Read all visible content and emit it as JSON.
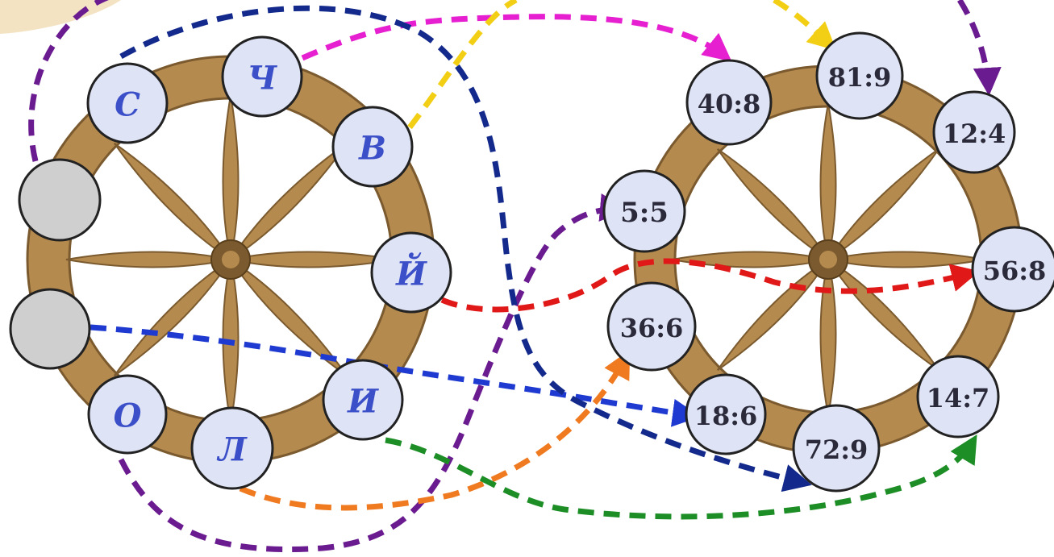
{
  "colors": {
    "wheel_wood": "#b58a4e",
    "wheel_dark": "#7a5a2e",
    "node_fill": "#dfe3f6",
    "empty_node": "#cfcfcf",
    "letter": "#3a4fc8",
    "corner_swoosh": "#f3e3c3",
    "links": {
      "purple": "#6a1b8f",
      "navy": "#132a8c",
      "magenta": "#e61fd0",
      "yellow": "#f2cf14",
      "red": "#e01818",
      "blue": "#1f3ad0",
      "orange": "#ef7a20",
      "green": "#1d8e26"
    }
  },
  "left_wheel": {
    "nodes": [
      {
        "id": "c",
        "label": "С"
      },
      {
        "id": "ch",
        "label": "Ч"
      },
      {
        "id": "v",
        "label": "В"
      },
      {
        "id": "empty1",
        "label": ""
      },
      {
        "id": "i_short",
        "label": "Й"
      },
      {
        "id": "empty2",
        "label": ""
      },
      {
        "id": "i",
        "label": "И"
      },
      {
        "id": "o",
        "label": "О"
      },
      {
        "id": "l",
        "label": "Л"
      }
    ]
  },
  "right_wheel": {
    "nodes": [
      {
        "id": "e40_8",
        "label": "40:8"
      },
      {
        "id": "e81_9",
        "label": "81:9"
      },
      {
        "id": "e12_4",
        "label": "12:4"
      },
      {
        "id": "e5_5",
        "label": "5:5"
      },
      {
        "id": "e56_8",
        "label": "56:8"
      },
      {
        "id": "e36_6",
        "label": "36:6"
      },
      {
        "id": "e18_6",
        "label": "18:6"
      },
      {
        "id": "e72_9",
        "label": "72:9"
      },
      {
        "id": "e14_7",
        "label": "14:7"
      }
    ]
  },
  "links": [
    {
      "from": "ch",
      "to": "e40_8",
      "color": "magenta"
    },
    {
      "from": "v",
      "to": "e81_9",
      "color": "yellow"
    },
    {
      "from": "empty1",
      "to": "e12_4",
      "color": "purple"
    },
    {
      "from": "o",
      "to": "e5_5",
      "color": "purple"
    },
    {
      "from": "i_short",
      "to": "e56_8",
      "color": "red"
    },
    {
      "from": "l",
      "to": "e36_6",
      "color": "orange"
    },
    {
      "from": "empty2",
      "to": "e18_6",
      "color": "blue"
    },
    {
      "from": "c",
      "to": "e72_9",
      "color": "navy"
    },
    {
      "from": "i",
      "to": "e14_7",
      "color": "green"
    }
  ]
}
